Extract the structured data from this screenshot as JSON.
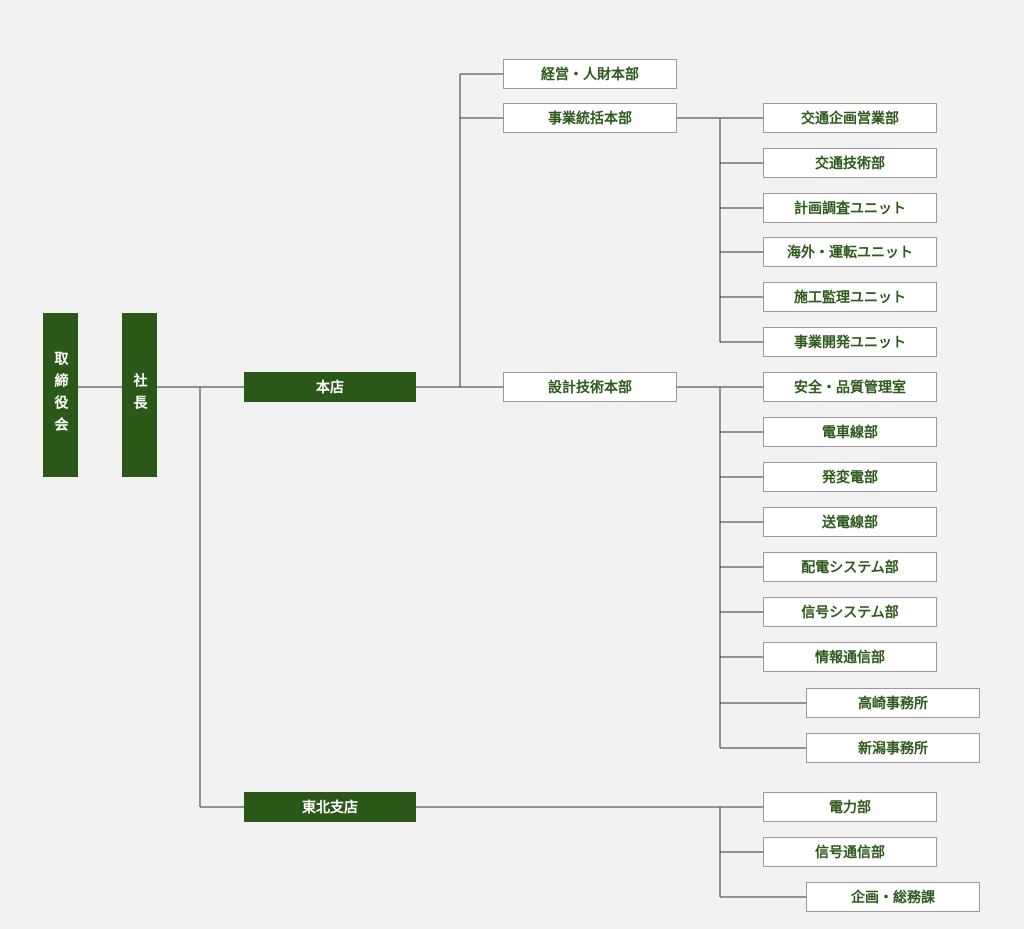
{
  "colors": {
    "background": "#f2f2f2",
    "green": "#2b5719",
    "text_green": "#2d5a1b",
    "line": "#333333",
    "border": "#9a9a9a"
  },
  "nodes": {
    "board": "取締役会",
    "president": "社長",
    "head_office": "本店",
    "tohoku_branch": "東北支店",
    "management_hr": "経営・人財本部",
    "business_control": "事業統括本部",
    "design_engineering": "設計技術本部",
    "traffic_planning_sales": "交通企画営業部",
    "traffic_engineering": "交通技術部",
    "planning_survey_unit": "計画調査ユニット",
    "overseas_operation_unit": "海外・運転ユニット",
    "construction_supervision_unit": "施工監理ユニット",
    "business_development_unit": "事業開発ユニット",
    "safety_quality": "安全・品質管理室",
    "catenary": "電車線部",
    "substation": "発変電部",
    "transmission": "送電線部",
    "distribution_system": "配電システム部",
    "signal_system": "信号システム部",
    "info_telecom": "情報通信部",
    "takasaki_office": "高崎事務所",
    "niigata_office": "新潟事務所",
    "power": "電力部",
    "signal_telecom": "信号通信部",
    "planning_general_affairs": "企画・総務課"
  }
}
